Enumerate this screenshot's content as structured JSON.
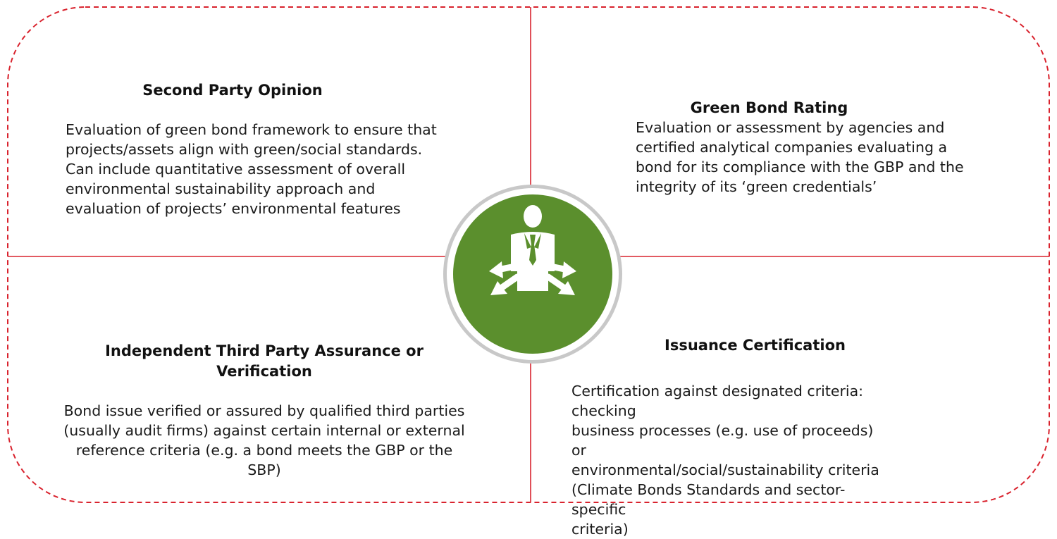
{
  "colors": {
    "divider": "#d9232e",
    "circle_fill": "#5b8f2d",
    "circle_ring": "#ffffff",
    "circle_shadow": "#c8c8c8",
    "icon": "#ffffff"
  },
  "center": {
    "icon": "person-with-arrows-icon"
  },
  "quadrants": {
    "top_left": {
      "title": "Second Party Opinion",
      "lines": [
        "Evaluation of green bond framework to ensure that",
        "projects/assets align with green/social standards.",
        "Can include quantitative assessment of overall",
        "environmental sustainability approach and",
        "evaluation of projects’ environmental features"
      ]
    },
    "top_right": {
      "title": "Green Bond Rating",
      "lines": [
        "Evaluation or assessment by agencies and",
        "certified analytical companies evaluating a",
        "bond for its compliance with the GBP and the",
        "integrity of its ‘green credentials’"
      ]
    },
    "bottom_left": {
      "title_lines": [
        "Independent Third Party Assurance or",
        "Verification"
      ],
      "lines": [
        "Bond issue verified or assured by qualified third parties",
        "(usually audit firms) against certain internal or external",
        "reference criteria (e.g. a bond meets the GBP or the",
        "SBP)"
      ]
    },
    "bottom_right": {
      "title": "Issuance Certification",
      "lines": [
        "Certification against designated criteria: checking",
        "business processes (e.g. use of proceeds) or",
        "environmental/social/sustainability criteria",
        "(Climate Bonds Standards and sector-specific",
        "criteria)"
      ]
    }
  }
}
